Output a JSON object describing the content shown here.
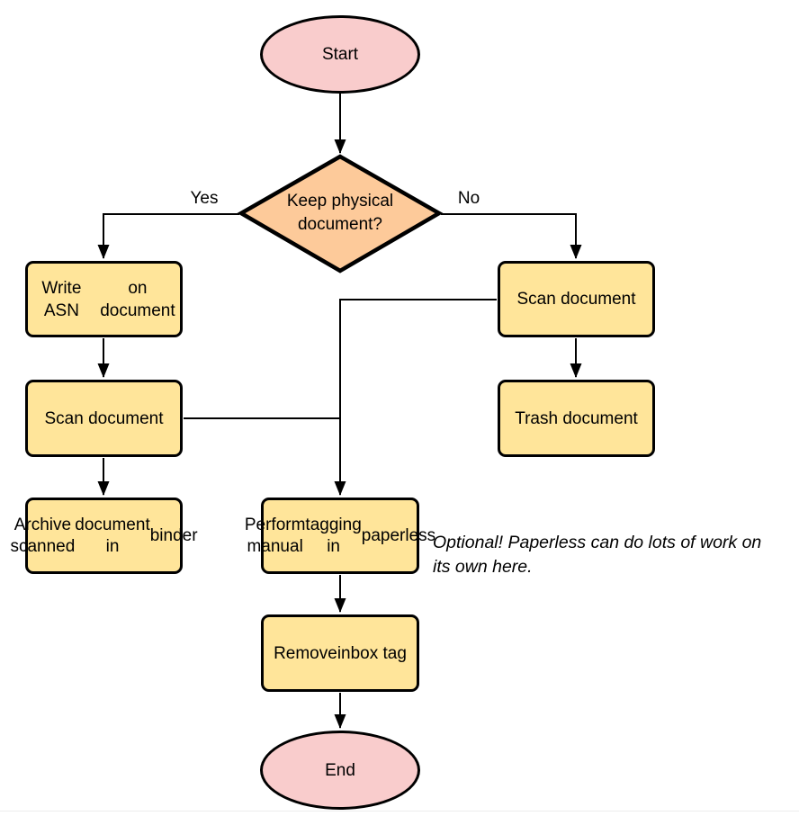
{
  "colors": {
    "terminator-fill": "#f9cccc",
    "decision-fill": "#fdca9a",
    "process-fill": "#ffe59a",
    "stroke": "#000000"
  },
  "nodes": {
    "start": {
      "label": "Start"
    },
    "decision": {
      "lines": [
        "Keep physical",
        "document?"
      ]
    },
    "write_asn": {
      "lines": [
        "Write ASN",
        "on document"
      ]
    },
    "scan_left": {
      "lines": [
        "Scan document"
      ]
    },
    "archive": {
      "lines": [
        "Archive scanned",
        "document in",
        "binder"
      ]
    },
    "scan_right": {
      "lines": [
        "Scan document"
      ]
    },
    "trash": {
      "lines": [
        "Trash document"
      ]
    },
    "tagging": {
      "lines": [
        "Perform manual",
        "tagging in",
        "paperless"
      ]
    },
    "remove_inbox": {
      "lines": [
        "Remove",
        "inbox tag"
      ]
    },
    "end": {
      "label": "End"
    }
  },
  "edge_labels": {
    "yes": "Yes",
    "no": "No"
  },
  "annotation": {
    "lines": [
      "Optional! Paperless can do lots of work on",
      "its own here."
    ]
  }
}
